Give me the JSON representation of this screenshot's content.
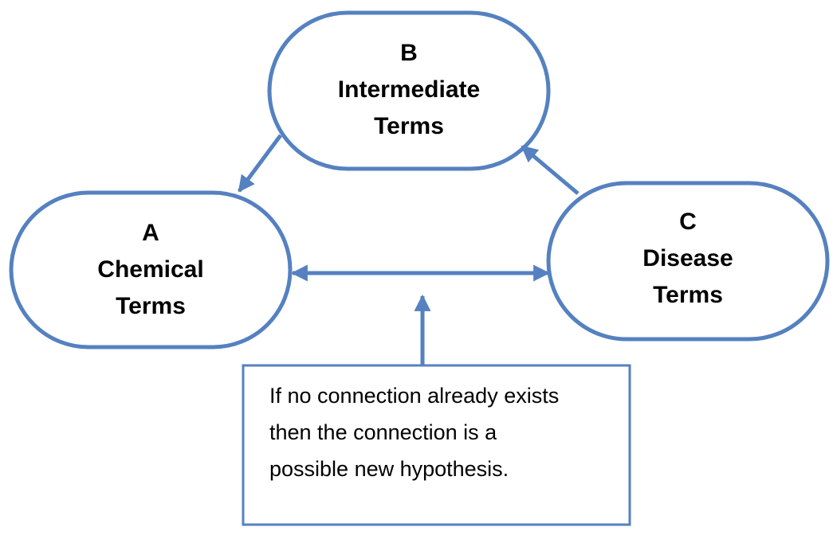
{
  "colors": {
    "stroke": "#5581C0",
    "text": "#000000",
    "background": "#FFFFFF"
  },
  "nodes": {
    "b": {
      "letter": "B",
      "line1": "Intermediate",
      "line2": "Terms"
    },
    "a": {
      "letter": "A",
      "line1": "Chemical",
      "line2": "Terms"
    },
    "c": {
      "letter": "C",
      "line1": "Disease",
      "line2": "Terms"
    }
  },
  "note": {
    "line1": "If no connection already exists",
    "line2": "then the connection is a",
    "line3": "possible new hypothesis."
  }
}
